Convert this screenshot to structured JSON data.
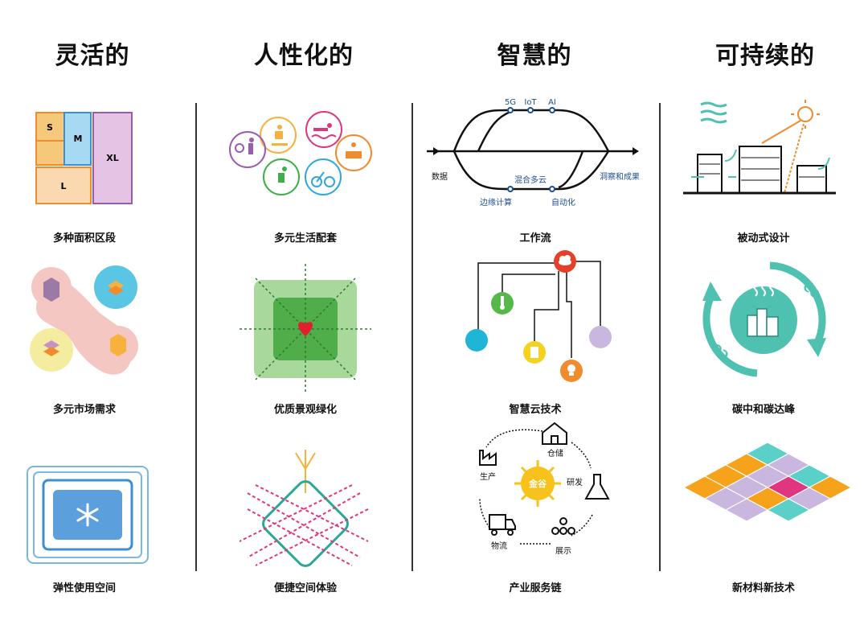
{
  "columns": [
    {
      "title": "灵活的",
      "items": [
        "多种面积区段",
        "多元市场需求",
        "弹性使用空间"
      ]
    },
    {
      "title": "人性化的",
      "items": [
        "多元生活配套",
        "优质景观绿化",
        "便捷空间体验"
      ]
    },
    {
      "title": "智慧的",
      "items": [
        "工作流",
        "智慧云技术",
        "产业服务链"
      ]
    },
    {
      "title": "可持续的",
      "items": [
        "被动式设计",
        "碳中和碳达峰",
        "新材料新技术"
      ]
    }
  ],
  "size_diagram": {
    "s": "S",
    "m": "M",
    "l": "L",
    "xl": "XL"
  },
  "workflow": {
    "g5": "5G",
    "iot": "IoT",
    "ai": "AI",
    "data": "数据",
    "edge": "边缘计算",
    "cloud": "混合多云",
    "auto": "自动化",
    "insight": "洞察和成果"
  },
  "chain": {
    "center": "金谷",
    "storage": "仓储",
    "rnd": "研发",
    "display": "展示",
    "logistics": "物流",
    "production": "生产"
  },
  "carbon": {
    "co2_a": "CO₂",
    "co2_b": "CO₂"
  },
  "colors": {
    "orange": "#f08c2e",
    "blue": "#78c5e8",
    "purple": "#c393c8",
    "green": "#3fae49",
    "teal": "#4fc1b0",
    "pink": "#e0357f",
    "navy": "#1f4f8f"
  }
}
